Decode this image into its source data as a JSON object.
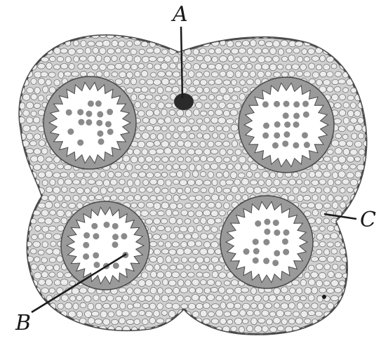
{
  "figure": {
    "labels": {
      "a": "A",
      "b": "B",
      "c": "C"
    },
    "colors": {
      "background": "#ffffff",
      "tissue_fill": "#cfcfcf",
      "cell_fill": "#ececec",
      "cell_stroke": "#6a6a6a",
      "outline": "#4a4a4a",
      "sac_fill": "#ffffff",
      "grain": "#8a8a8a",
      "ink": "#1a1a1a"
    },
    "icons": [
      "pollen-sac",
      "vascular-bundle",
      "pollen-grain"
    ]
  }
}
